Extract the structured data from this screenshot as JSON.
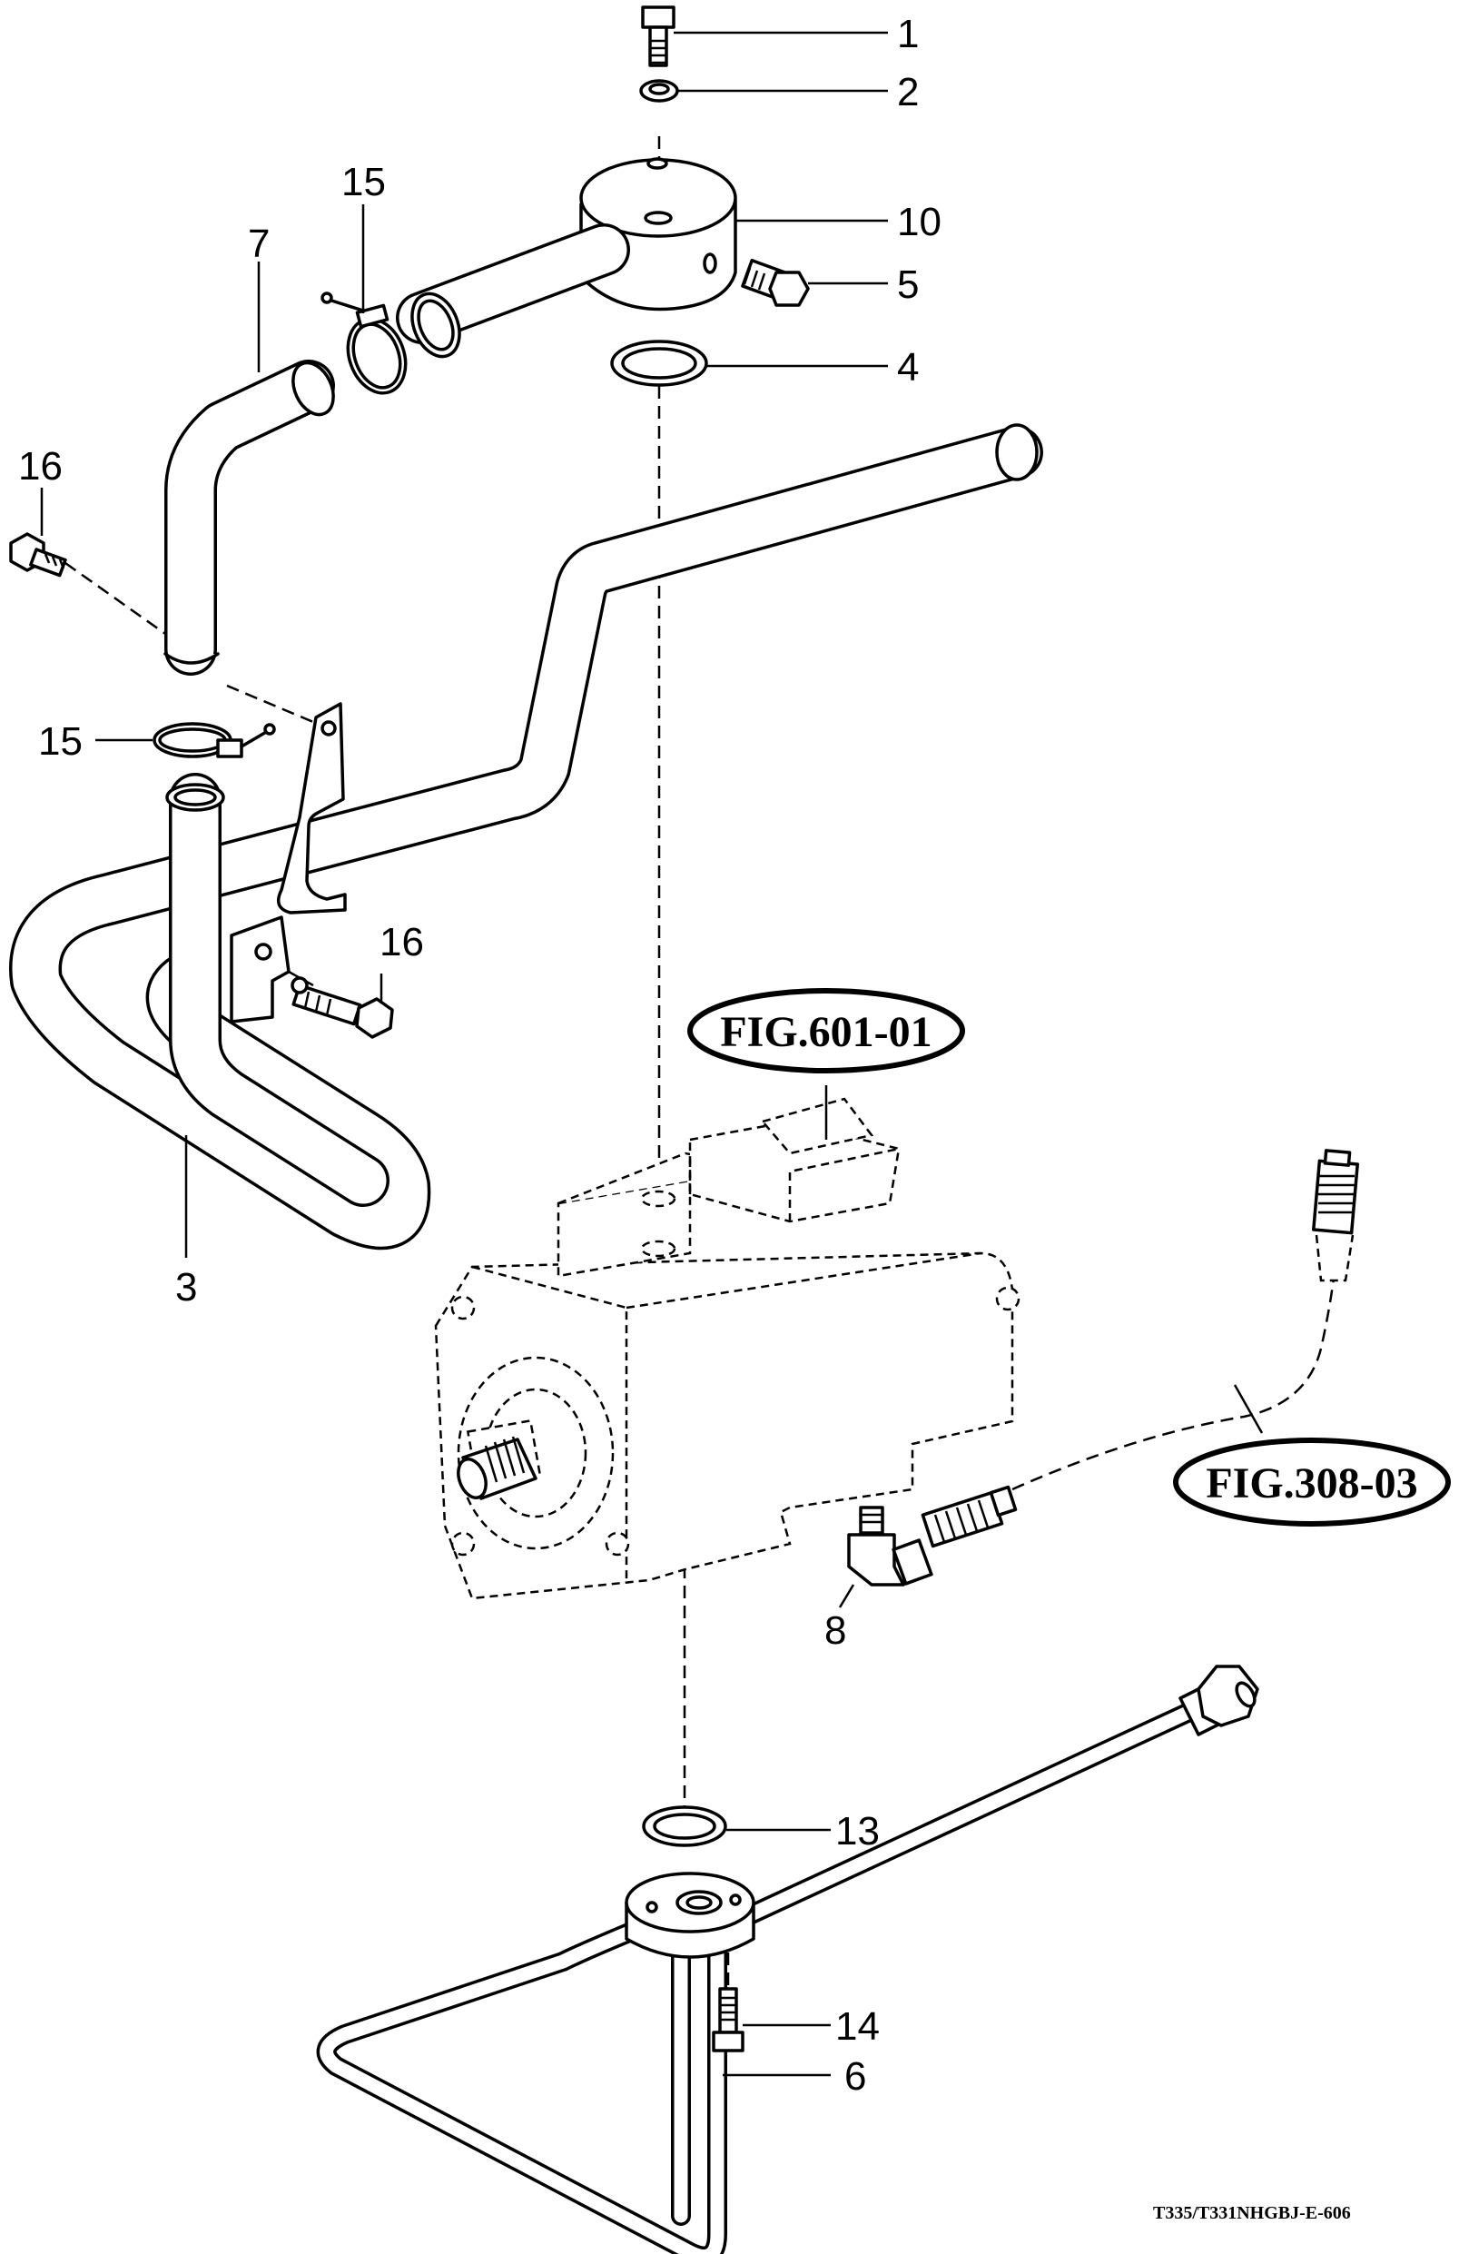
{
  "labels": {
    "l1": "1",
    "l2": "2",
    "l3": "3",
    "l4": "4",
    "l5": "5",
    "l6": "6",
    "l7": "7",
    "l8": "8",
    "l10": "10",
    "l13": "13",
    "l14": "14",
    "l15a": "15",
    "l15b": "15",
    "l16a": "16",
    "l16b": "16"
  },
  "references": {
    "fig_601": "FIG.601-01",
    "fig_308": "FIG.308-03"
  },
  "drawing_code": "T335/T331NHGBJ-E-606"
}
